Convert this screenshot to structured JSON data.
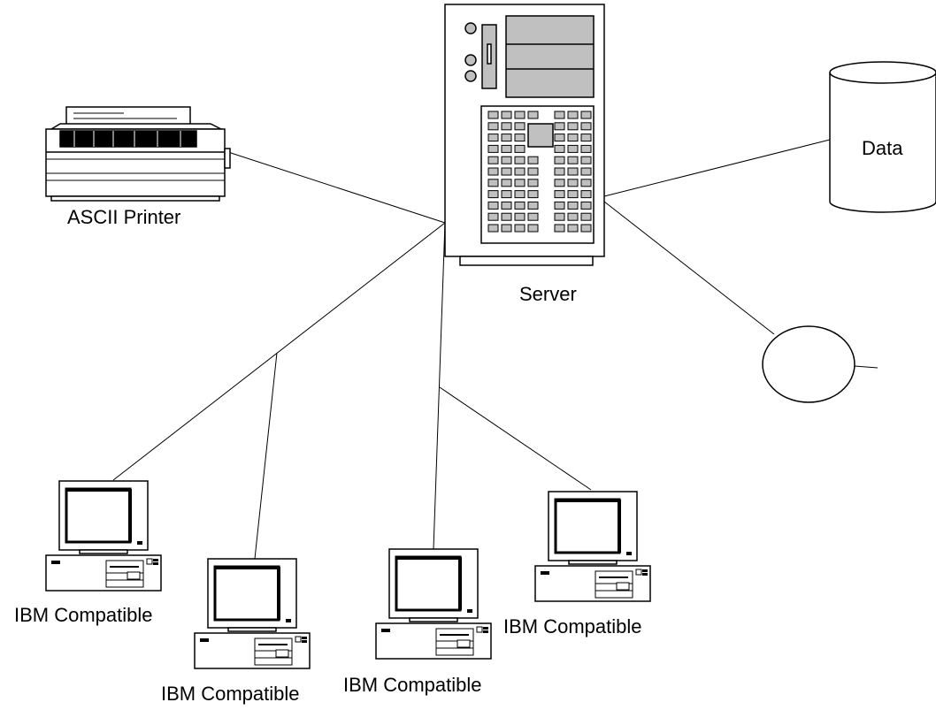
{
  "labels": {
    "printer": "ASCII Printer",
    "server": "Server",
    "data": "Data",
    "pc1": "IBM Compatible",
    "pc2": "IBM Compatible",
    "pc3": "IBM Compatible",
    "pc4": "IBM Compatible"
  },
  "colors": {
    "line": "#000000",
    "device_fill": "#ffffff",
    "panel_fill": "#c0c0c0"
  }
}
